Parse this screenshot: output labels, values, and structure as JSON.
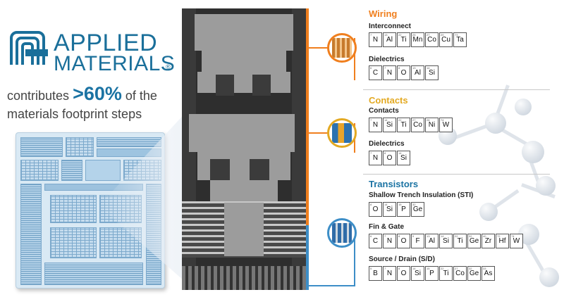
{
  "logo": {
    "line1": "APPLIED",
    "line2": "MATERIALS",
    "reg": "®"
  },
  "tagline": {
    "pre": "contributes ",
    "big": ">60%",
    "post": " of the materials footprint steps"
  },
  "colors": {
    "brand": "#1a6f9a",
    "orange": "#f07f1e",
    "gold": "#e3a922",
    "blue": "#3d8ec7"
  },
  "sections": [
    {
      "title": "Wiring",
      "color": "#f07f1e",
      "groups": [
        {
          "label": "Interconnect",
          "elements": [
            {
              "n": "7",
              "s": "N"
            },
            {
              "n": "13",
              "s": "Al"
            },
            {
              "n": "22",
              "s": "Ti"
            },
            {
              "n": "25",
              "s": "Mn"
            },
            {
              "n": "27",
              "s": "Co"
            },
            {
              "n": "29",
              "s": "Cu"
            },
            {
              "n": "73",
              "s": "Ta"
            }
          ]
        },
        {
          "label": "Dielectrics",
          "elements": [
            {
              "n": "6",
              "s": "C"
            },
            {
              "n": "7",
              "s": "N"
            },
            {
              "n": "8",
              "s": "O"
            },
            {
              "n": "13",
              "s": "Al"
            },
            {
              "n": "14",
              "s": "Si"
            }
          ]
        }
      ]
    },
    {
      "title": "Contacts",
      "color": "#e3a922",
      "groups": [
        {
          "label": "Contacts",
          "elements": [
            {
              "n": "7",
              "s": "N"
            },
            {
              "n": "14",
              "s": "Si"
            },
            {
              "n": "22",
              "s": "Ti"
            },
            {
              "n": "27",
              "s": "Co"
            },
            {
              "n": "28",
              "s": "Ni"
            },
            {
              "n": "74",
              "s": "W"
            }
          ]
        },
        {
          "label": "Dielectrics",
          "elements": [
            {
              "n": "7",
              "s": "N"
            },
            {
              "n": "8",
              "s": "O"
            },
            {
              "n": "14",
              "s": "Si"
            }
          ]
        }
      ]
    },
    {
      "title": "Transistors",
      "color": "#1b73a3",
      "groups": [
        {
          "label": "Shallow Trench Insulation (STI)",
          "elements": [
            {
              "n": "8",
              "s": "O"
            },
            {
              "n": "14",
              "s": "Si"
            },
            {
              "n": "15",
              "s": "P"
            },
            {
              "n": "32",
              "s": "Ge"
            }
          ]
        },
        {
          "label": "Fin & Gate",
          "elements": [
            {
              "n": "6",
              "s": "C"
            },
            {
              "n": "7",
              "s": "N"
            },
            {
              "n": "8",
              "s": "O"
            },
            {
              "n": "9",
              "s": "F"
            },
            {
              "n": "13",
              "s": "Al"
            },
            {
              "n": "14",
              "s": "Si"
            },
            {
              "n": "22",
              "s": "Ti"
            },
            {
              "n": "32",
              "s": "Ge"
            },
            {
              "n": "40",
              "s": "Zr"
            },
            {
              "n": "72",
              "s": "Hf"
            },
            {
              "n": "74",
              "s": "W"
            }
          ]
        },
        {
          "label": "Source / Drain (S/D)",
          "elements": [
            {
              "n": "5",
              "s": "B"
            },
            {
              "n": "7",
              "s": "N"
            },
            {
              "n": "8",
              "s": "O"
            },
            {
              "n": "14",
              "s": "Si"
            },
            {
              "n": "15",
              "s": "P"
            },
            {
              "n": "22",
              "s": "Ti"
            },
            {
              "n": "27",
              "s": "Co"
            },
            {
              "n": "32",
              "s": "Ge"
            },
            {
              "n": "33",
              "s": "As"
            }
          ]
        }
      ]
    }
  ],
  "icons": {
    "wiring": "interconnect-thumb-icon",
    "contacts": "contact-thumb-icon",
    "transistors": "transistor-thumb-icon"
  }
}
